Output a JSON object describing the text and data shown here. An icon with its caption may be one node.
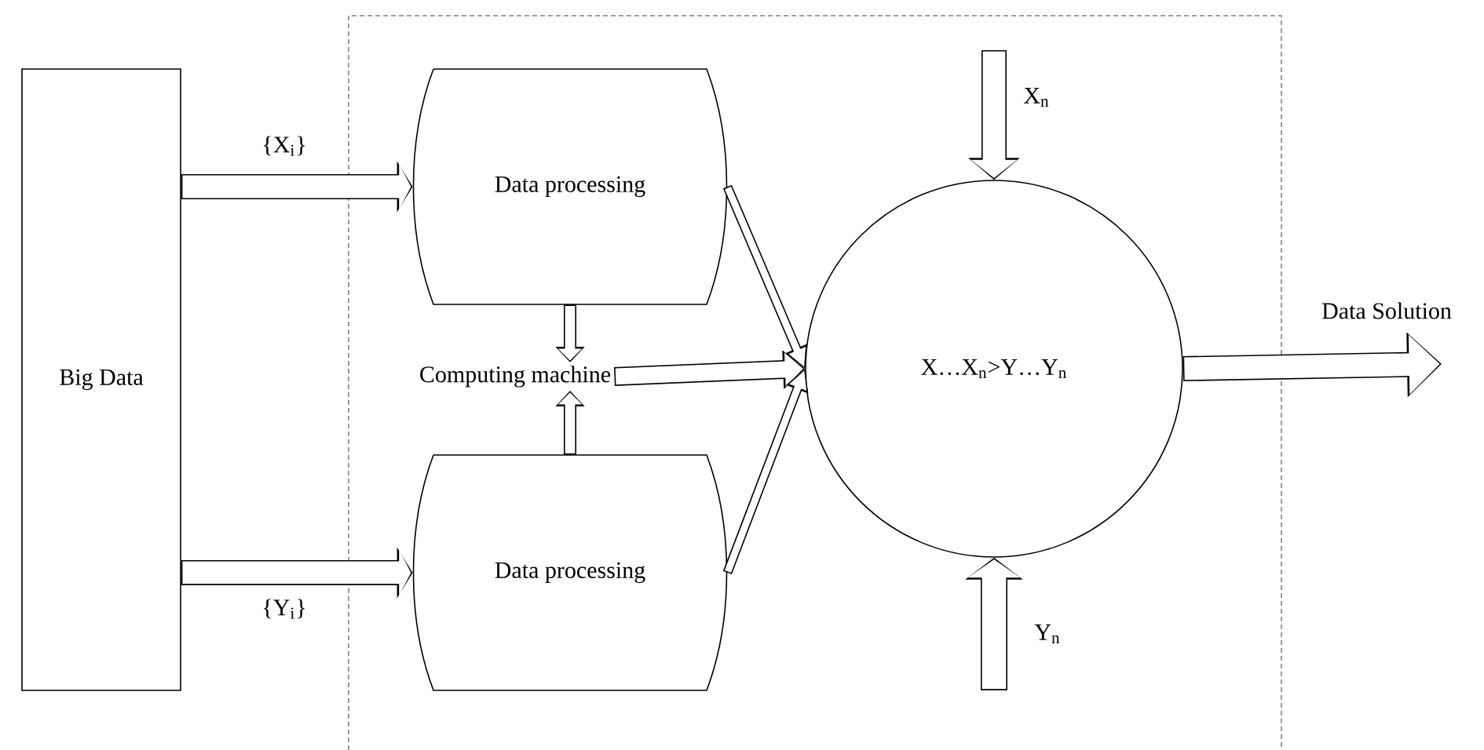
{
  "diagram": {
    "nodes": [
      {
        "text": [
          "Big Data"
        ]
      },
      {
        "text": [
          "Data processing"
        ]
      },
      {
        "text": [
          "Computing machine"
        ]
      },
      {
        "text": [
          "Data processing"
        ]
      },
      {
        "text": [
          "X…X$_{n}$>Y…Y$_{n}$"
        ]
      }
    ],
    "edges": [
      {
        "from": 0,
        "to": 1,
        "arrow": "to",
        "label": "{X$_{i}$}"
      },
      {
        "from": 0,
        "to": 3,
        "arrow": "to",
        "label": "{Y$_{i}$}"
      },
      {
        "from": 1,
        "to": 2,
        "arrow": "to"
      },
      {
        "from": 3,
        "to": 2,
        "arrow": "to"
      },
      {
        "from": 1,
        "to": 4,
        "arrow": "to"
      },
      {
        "from": 2,
        "to": 4,
        "arrow": "to"
      },
      {
        "from": 3,
        "to": 4,
        "arrow": "to"
      },
      {
        "from": null,
        "to": 4,
        "arrow": "to",
        "label": "X$_{n}$"
      },
      {
        "from": null,
        "to": 4,
        "arrow": "to",
        "label": "Y$_{n}$"
      },
      {
        "from": 4,
        "to": null,
        "arrow": "to",
        "label": "Data Solution"
      }
    ]
  }
}
